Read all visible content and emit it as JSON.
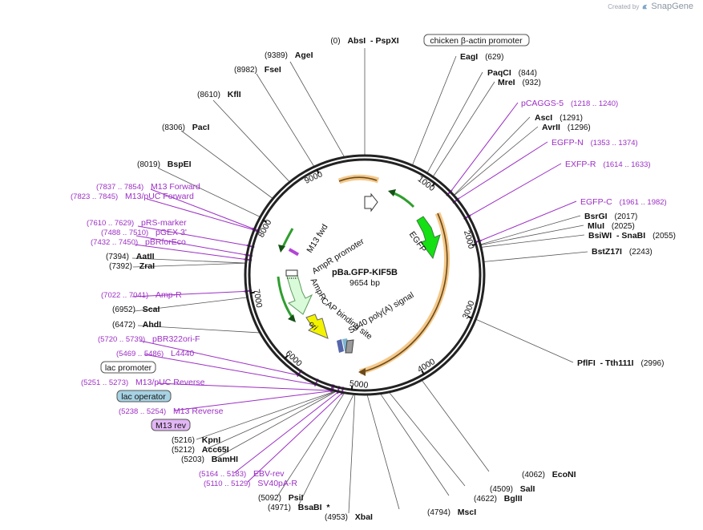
{
  "brand": {
    "created_by": "Created by",
    "name": "SnapGene",
    "icon": "snapgene-logo-icon"
  },
  "plasmid": {
    "name": "pBa.GFP-KIF5B",
    "size_label": "9654 bp",
    "length": 9654
  },
  "colors": {
    "primer": "#9c2fc4",
    "site": "#111111",
    "backbone": "#222222",
    "gfp": "#14e014",
    "ori": "#f3f300",
    "ampr": "#d9fbd9",
    "box_fill_green": "#9ad4a0",
    "box_fill_blue": "#a6d2e3",
    "box_fill_purple": "#e2b6f5"
  },
  "ticks": [
    {
      "label": "1000",
      "pos": 1000
    },
    {
      "label": "2000",
      "pos": 2000
    },
    {
      "label": "3000",
      "pos": 3000
    },
    {
      "label": "4000",
      "pos": 4000
    },
    {
      "label": "5000",
      "pos": 5000
    },
    {
      "label": "6000",
      "pos": 6000
    },
    {
      "label": "7000",
      "pos": 7000
    },
    {
      "label": "8000",
      "pos": 8000
    },
    {
      "label": "9000",
      "pos": 9000
    }
  ],
  "features": [
    {
      "name": "chicken β-actin promoter",
      "label": "chicken β-actin promoter",
      "kind": "box"
    },
    {
      "name": "lac promoter",
      "label": "lac promoter",
      "kind": "box"
    },
    {
      "name": "lac operator",
      "label": "lac operator",
      "kind": "box-blue"
    },
    {
      "name": "M13 rev",
      "label": "M13 rev",
      "kind": "box-purple"
    },
    {
      "name": "EGFP",
      "label": "EGFP",
      "kind": "inner"
    },
    {
      "name": "ori",
      "label": "ori",
      "kind": "inner"
    },
    {
      "name": "AmpR",
      "label": "AmpR",
      "kind": "inner"
    },
    {
      "name": "AmpR promoter",
      "label": "AmpR promoter",
      "kind": "inner"
    },
    {
      "name": "M13 fwd",
      "label": "M13 fwd",
      "kind": "inner"
    },
    {
      "name": "CAP binding site",
      "label": "CAP binding site",
      "kind": "inner"
    },
    {
      "name": "SV40 poly(A) signal",
      "label": "SV40 poly(A) signal",
      "kind": "inner"
    }
  ],
  "sites": [
    {
      "id": "absi",
      "name": "AbsI",
      "name2": "PspXI",
      "pos": "(0)",
      "bp": 0,
      "kind": "enzyme"
    },
    {
      "id": "agei",
      "name": "AgeI",
      "pos": "(9389)",
      "bp": 9389,
      "kind": "enzyme"
    },
    {
      "id": "fsei",
      "name": "FseI",
      "pos": "(8982)",
      "bp": 8982,
      "kind": "enzyme"
    },
    {
      "id": "kfli",
      "name": "KflI",
      "pos": "(8610)",
      "bp": 8610,
      "kind": "enzyme"
    },
    {
      "id": "paci",
      "name": "PacI",
      "pos": "(8306)",
      "bp": 8306,
      "kind": "enzyme"
    },
    {
      "id": "bspei",
      "name": "BspEI",
      "pos": "(8019)",
      "bp": 8019,
      "kind": "enzyme"
    },
    {
      "id": "m13fwd",
      "name": "M13 Forward",
      "pos": "(7837 .. 7854)",
      "bp": 7845,
      "kind": "primer"
    },
    {
      "id": "m13pucfwd",
      "name": "M13/pUC Forward",
      "pos": "(7823 .. 7845)",
      "bp": 7834,
      "kind": "primer"
    },
    {
      "id": "prs",
      "name": "pRS-marker",
      "pos": "(7610 .. 7629)",
      "bp": 7620,
      "kind": "primer"
    },
    {
      "id": "pgex",
      "name": "pGEX 3'",
      "pos": "(7488 .. 7510)",
      "bp": 7499,
      "kind": "primer"
    },
    {
      "id": "pbrfor",
      "name": "pBRforEco",
      "pos": "(7432 .. 7450)",
      "bp": 7441,
      "kind": "primer"
    },
    {
      "id": "aatii",
      "name": "AatII",
      "pos": "(7394)",
      "bp": 7394,
      "kind": "enzyme"
    },
    {
      "id": "zrai",
      "name": "ZraI",
      "pos": "(7392)",
      "bp": 7392,
      "kind": "enzyme"
    },
    {
      "id": "ampr",
      "name": "Amp-R",
      "pos": "(7022 .. 7041)",
      "bp": 7031,
      "kind": "primer"
    },
    {
      "id": "scai",
      "name": "ScaI",
      "pos": "(6952)",
      "bp": 6952,
      "kind": "enzyme"
    },
    {
      "id": "ahdi",
      "name": "AhdI",
      "pos": "(6472)",
      "bp": 6472,
      "kind": "enzyme"
    },
    {
      "id": "pbr322",
      "name": "pBR322ori-F",
      "pos": "(5720 .. 5739)",
      "bp": 5729,
      "kind": "primer"
    },
    {
      "id": "l4440",
      "name": "L4440",
      "pos": "(5469 .. 5486)",
      "bp": 5477,
      "kind": "primer"
    },
    {
      "id": "m13pucrev",
      "name": "M13/pUC Reverse",
      "pos": "(5251 .. 5273)",
      "bp": 5262,
      "kind": "primer"
    },
    {
      "id": "m13rev",
      "name": "M13 Reverse",
      "pos": "(5238 .. 5254)",
      "bp": 5246,
      "kind": "primer"
    },
    {
      "id": "kpni",
      "name": "KpnI",
      "pos": "(5216)",
      "bp": 5216,
      "kind": "enzyme"
    },
    {
      "id": "acc65i",
      "name": "Acc65I",
      "pos": "(5212)",
      "bp": 5212,
      "kind": "enzyme"
    },
    {
      "id": "bamhi",
      "name": "BamHI",
      "pos": "(5203)",
      "bp": 5203,
      "kind": "enzyme"
    },
    {
      "id": "ebv",
      "name": "EBV-rev",
      "pos": "(5164 .. 5183)",
      "bp": 5173,
      "kind": "primer"
    },
    {
      "id": "sv40pa",
      "name": "SV40pA-R",
      "pos": "(5110 .. 5129)",
      "bp": 5119,
      "kind": "primer"
    },
    {
      "id": "psii",
      "name": "PsiI",
      "pos": "(5092)",
      "bp": 5092,
      "kind": "enzyme"
    },
    {
      "id": "bsabi",
      "name": "BsaBI",
      "mark": "*",
      "pos": "(4971)",
      "bp": 4971,
      "kind": "enzyme"
    },
    {
      "id": "xbai",
      "name": "XbaI",
      "pos": "(4953)",
      "bp": 4953,
      "kind": "enzyme"
    },
    {
      "id": "msci",
      "name": "MscI",
      "pos": "(4794)",
      "bp": 4794,
      "kind": "enzyme"
    },
    {
      "id": "bglii",
      "name": "BglII",
      "pos": "(4622)",
      "bp": 4622,
      "kind": "enzyme"
    },
    {
      "id": "sali",
      "name": "SalI",
      "pos": "(4509)",
      "bp": 4509,
      "kind": "enzyme"
    },
    {
      "id": "econi",
      "name": "EcoNI",
      "pos": "(4062)",
      "bp": 4062,
      "kind": "enzyme"
    },
    {
      "id": "pflfi",
      "name": "PflFI",
      "name2": "Tth111I",
      "pos": "(2996)",
      "bp": 2996,
      "kind": "enzyme"
    },
    {
      "id": "bstz17i",
      "name": "BstZ17I",
      "pos": "(2243)",
      "bp": 2243,
      "kind": "enzyme"
    },
    {
      "id": "bsiwi",
      "name": "BsiWI",
      "name2": "SnaBI",
      "pos": "(2055)",
      "bp": 2055,
      "kind": "enzyme"
    },
    {
      "id": "mlui",
      "name": "MluI",
      "pos": "(2025)",
      "bp": 2025,
      "kind": "enzyme"
    },
    {
      "id": "bsrgi",
      "name": "BsrGI",
      "pos": "(2017)",
      "bp": 2017,
      "kind": "enzyme"
    },
    {
      "id": "egfpc",
      "name": "EGFP-C",
      "pos": "(1961 .. 1982)",
      "bp": 1971,
      "kind": "primer"
    },
    {
      "id": "exfpr",
      "name": "EXFP-R",
      "pos": "(1614 .. 1633)",
      "bp": 1623,
      "kind": "primer"
    },
    {
      "id": "egfpn",
      "name": "EGFP-N",
      "pos": "(1353 .. 1374)",
      "bp": 1363,
      "kind": "primer"
    },
    {
      "id": "avrii",
      "name": "AvrII",
      "pos": "(1296)",
      "bp": 1296,
      "kind": "enzyme"
    },
    {
      "id": "asci",
      "name": "AscI",
      "pos": "(1291)",
      "bp": 1291,
      "kind": "enzyme"
    },
    {
      "id": "pcaggs",
      "name": "pCAGGS-5",
      "pos": "(1218 .. 1240)",
      "bp": 1229,
      "kind": "primer"
    },
    {
      "id": "mrei",
      "name": "MreI",
      "pos": "(932)",
      "bp": 932,
      "kind": "enzyme"
    },
    {
      "id": "paqci",
      "name": "PaqCI",
      "pos": "(844)",
      "bp": 844,
      "kind": "enzyme"
    },
    {
      "id": "eagi",
      "name": "EagI",
      "pos": "(629)",
      "bp": 629,
      "kind": "enzyme"
    }
  ]
}
